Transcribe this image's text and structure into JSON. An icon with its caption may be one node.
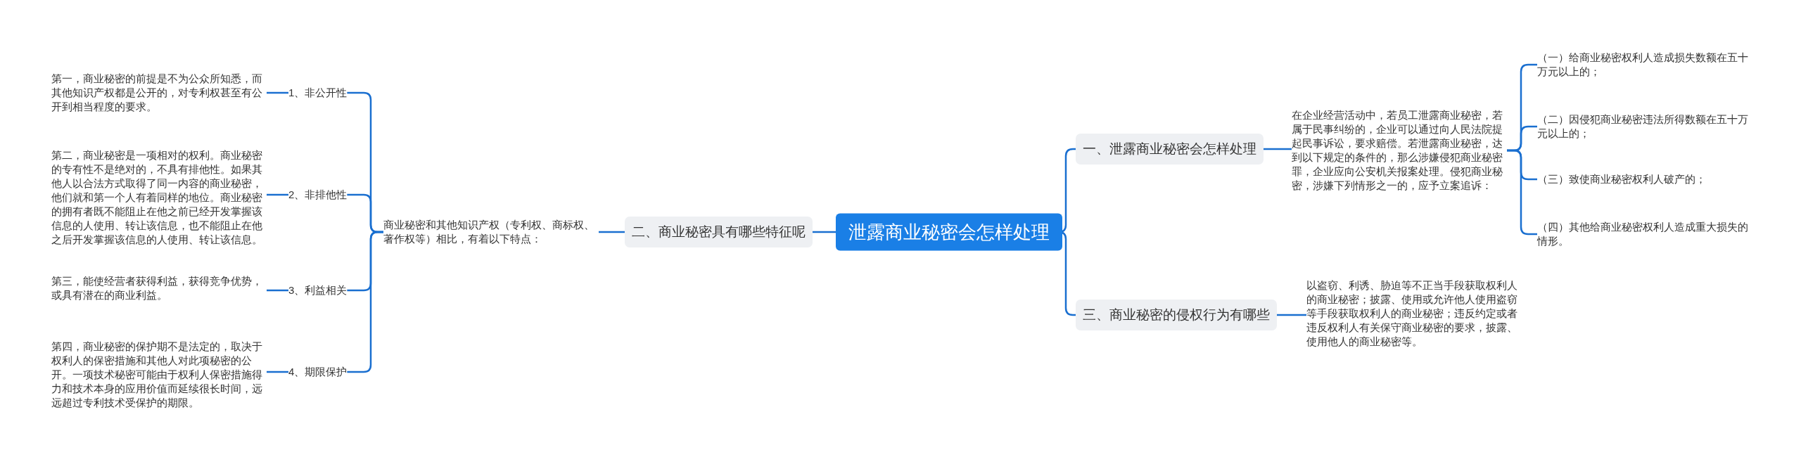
{
  "diagram": {
    "nodes": [
      {
        "text": [
          "泄露商业秘密会怎样处理"
        ]
      },
      {
        "text": [
          "二、商业秘密具有哪些特征呢"
        ]
      },
      {
        "text": [
          "商业秘密和其他知识产权（专利权、商标权、著作权等）相比，有着以下特点："
        ]
      },
      {
        "text": [
          "1、非公开性"
        ]
      },
      {
        "text": [
          "第一，商业秘密的前提是不为公众所知悉，而其他知识产权都是公开的，对专利权甚至有公开到相当程度的要求。"
        ]
      },
      {
        "text": [
          "2、非排他性"
        ]
      },
      {
        "text": [
          "第二，商业秘密是一项相对的权利。商业秘密的专有性不是绝对的，不具有排他性。如果其他人以合法方式取得了同一内容的商业秘密，他们就和第一个人有着同样的地位。商业秘密的拥有者既不能阻止在他之前已经开发掌握该信息的人使用、转让该信息，也不能阻止在他之后开发掌握该信息的人使用、转让该信息。"
        ]
      },
      {
        "text": [
          "3、利益相关"
        ]
      },
      {
        "text": [
          "第三，能使经营者获得利益，获得竞争优势，或具有潜在的商业利益。"
        ]
      },
      {
        "text": [
          "4、期限保护"
        ]
      },
      {
        "text": [
          "第四，商业秘密的保护期不是法定的，取决于权利人的保密措施和其他人对此项秘密的公开。一项技术秘密可能由于权利人保密措施得力和技术本身的应用价值而延续很长时间，远远超过专利技术受保护的期限。"
        ]
      },
      {
        "text": [
          "一、泄露商业秘密会怎样处理"
        ]
      },
      {
        "text": [
          "在企业经营活动中，若员工泄露商业秘密，若属于民事纠纷的，企业可以通过向人民法院提起民事诉讼，要求赔偿。若泄露商业秘密，达到以下规定的条件的，那么涉嫌侵犯商业秘密罪，企业应向公安机关报案处理。侵犯商业秘密，涉嫌下列情形之一的，应予立案追诉："
        ]
      },
      {
        "text": [
          "（一）给商业秘密权利人造成损失数额在五十万元以上的；"
        ]
      },
      {
        "text": [
          "（二）因侵犯商业秘密违法所得数额在五十万元以上的；"
        ]
      },
      {
        "text": [
          "（三）致使商业秘密权利人破产的；"
        ]
      },
      {
        "text": [
          "（四）其他给商业秘密权利人造成重大损失的情形。"
        ]
      },
      {
        "text": [
          "三、商业秘密的侵权行为有哪些"
        ]
      },
      {
        "text": [
          "以盗窃、利诱、胁迫等不正当手段获取权利人的商业秘密；披露、使用或允许他人使用盗窃等手段获取权利人的商业秘密；违反约定或者违反权利人有关保守商业秘密的要求，披露、使用他人的商业秘密等。"
        ]
      }
    ],
    "edges": [
      {
        "from": 0,
        "to": 1,
        "arrow": "none"
      },
      {
        "from": 1,
        "to": 2,
        "arrow": "none"
      },
      {
        "from": 2,
        "to": 3,
        "arrow": "none"
      },
      {
        "from": 3,
        "to": 4,
        "arrow": "none"
      },
      {
        "from": 2,
        "to": 5,
        "arrow": "none"
      },
      {
        "from": 5,
        "to": 6,
        "arrow": "none"
      },
      {
        "from": 2,
        "to": 7,
        "arrow": "none"
      },
      {
        "from": 7,
        "to": 8,
        "arrow": "none"
      },
      {
        "from": 2,
        "to": 9,
        "arrow": "none"
      },
      {
        "from": 9,
        "to": 10,
        "arrow": "none"
      },
      {
        "from": 0,
        "to": 11,
        "arrow": "none"
      },
      {
        "from": 11,
        "to": 12,
        "arrow": "none"
      },
      {
        "from": 12,
        "to": 13,
        "arrow": "none"
      },
      {
        "from": 12,
        "to": 14,
        "arrow": "none"
      },
      {
        "from": 12,
        "to": 15,
        "arrow": "none"
      },
      {
        "from": 12,
        "to": 16,
        "arrow": "none"
      },
      {
        "from": 0,
        "to": 17,
        "arrow": "none"
      },
      {
        "from": 17,
        "to": 18,
        "arrow": "none"
      }
    ]
  }
}
